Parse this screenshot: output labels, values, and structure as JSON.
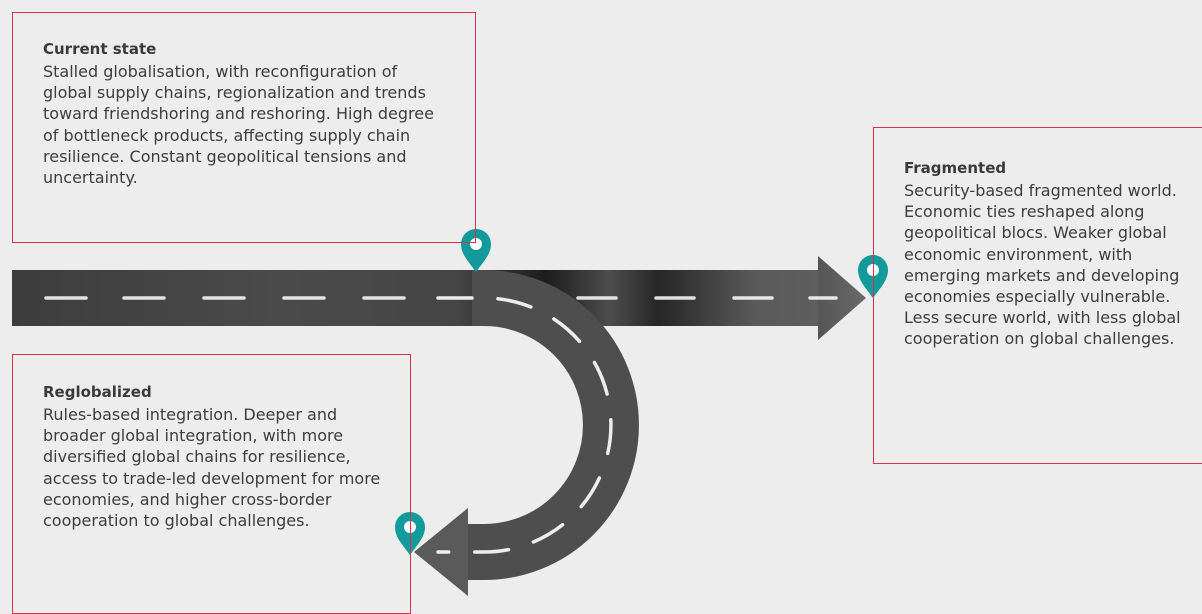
{
  "scenarios": {
    "current": {
      "title": "Current state",
      "text": "Stalled globalisation, with reconfiguration of global supply chains, regionalization and trends toward friendshoring and reshoring. High degree of bottleneck products, affecting supply chain resilience. Constant geopolitical tensions and uncertainty."
    },
    "fragmented": {
      "title": "Fragmented",
      "text": "Security-based fragmented world. Economic ties reshaped along geopolitical blocs. Weaker global economic environment, with emerging markets and developing economies especially vulnerable. Less secure world, with less global cooperation on global challenges."
    },
    "reglobalized": {
      "title": "Reglobalized",
      "text": "Rules-based integration. Deeper and broader global integration, with more diversified global chains for resilience, access to trade-led development for more economies, and higher cross-border cooperation to global challenges."
    }
  },
  "colors": {
    "border": "#d9334b",
    "pin": "#139a9a",
    "road_dark": "#2a2a2a",
    "road_light": "#5a5a5a",
    "lane_marking": "#ffffff"
  },
  "icons": {
    "pin": "map-pin-icon"
  }
}
